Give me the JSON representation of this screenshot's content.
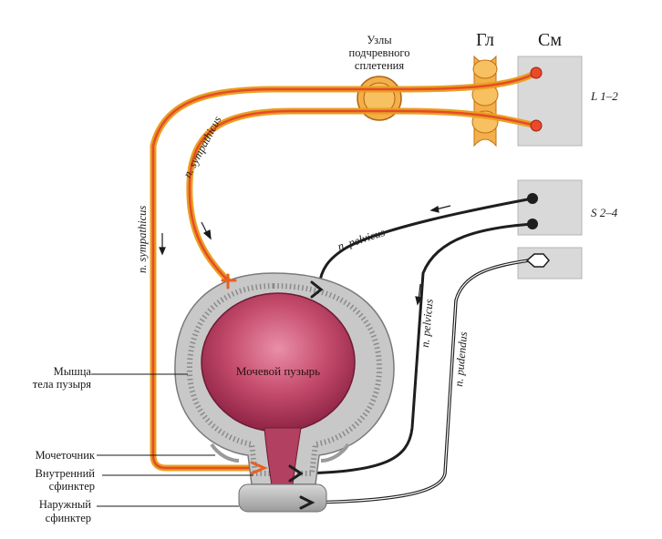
{
  "diagram": {
    "headers": {
      "gl": "Гл",
      "sm": "См"
    },
    "ganglion_label": [
      "Узлы",
      "подчревного",
      "сплетения"
    ],
    "segments": {
      "lumbar": "L 1–2",
      "sacral": "S 2–4"
    },
    "nerves": {
      "symp_upper": "n. sympathicus",
      "symp_left": "n. sympathicus",
      "pelvic_upper": "n. pelvicus",
      "pelvic_lower": "n. pelvicus",
      "pudendal": "n. pudendus"
    },
    "left_labels": {
      "muscle": [
        "Мышца",
        "тела пузыря"
      ],
      "ureter": "Мочеточник",
      "internal": [
        "Внутренний",
        "сфинктер"
      ],
      "external": [
        "Наружный",
        "сфинктер"
      ]
    },
    "bladder_label": "Мочевой пузырь",
    "colors": {
      "sympathetic_outer": "#e8a020",
      "sympathetic_inner": "#e84a2a",
      "parasympathetic": "#1e1e1e",
      "bladder": "#c44a6a",
      "wall": "#c8c8c8",
      "spinal": "#d9d9d9",
      "ganglion": "#f0a53a"
    }
  }
}
